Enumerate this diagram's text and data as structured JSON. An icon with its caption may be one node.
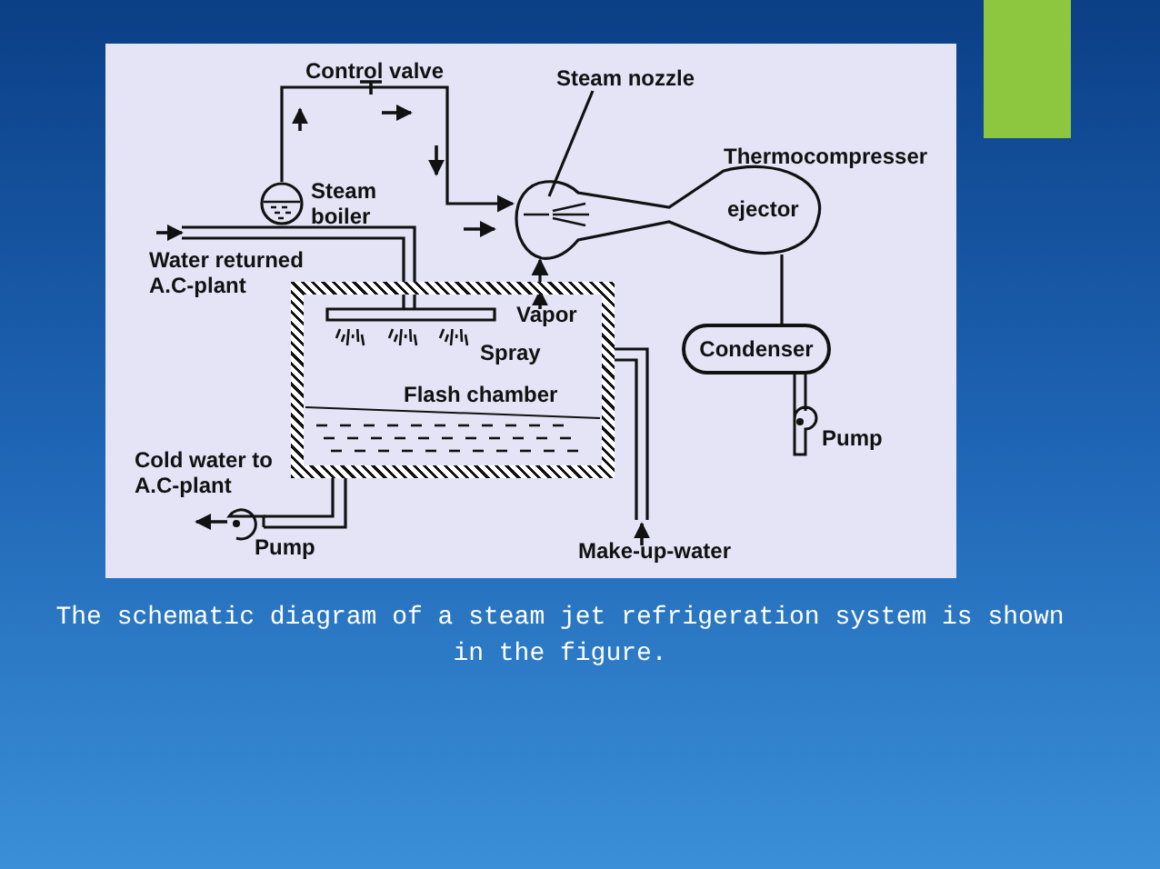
{
  "diagram": {
    "caption": "The schematic diagram of a steam jet refrigeration system is shown in the figure.",
    "nodes": [
      {
        "text": [],
        "shape": "circle",
        "beside": [
          "Steam boiler"
        ]
      },
      {
        "text": [
          "Steam nozzle"
        ]
      },
      {
        "text": [
          "ejector"
        ]
      },
      {
        "text": [
          "Flash chamber"
        ]
      },
      {
        "text": [
          "Condenser"
        ]
      }
    ],
    "edges": [
      {
        "from": 0,
        "to": 2,
        "arrow": "to"
      },
      {
        "from": 1,
        "to": 2,
        "arrow": "none"
      },
      {
        "from": 3,
        "to": 2,
        "arrow": "to"
      },
      {
        "from": 2,
        "to": 4,
        "arrow": "none"
      }
    ],
    "labels": [
      "Control valve",
      "Thermocompresser",
      "Water returned A.C-plant",
      "Vapor",
      "Spray",
      "Cold water to A.C-plant",
      "Pump",
      "Pump",
      "Make-up-water"
    ]
  }
}
